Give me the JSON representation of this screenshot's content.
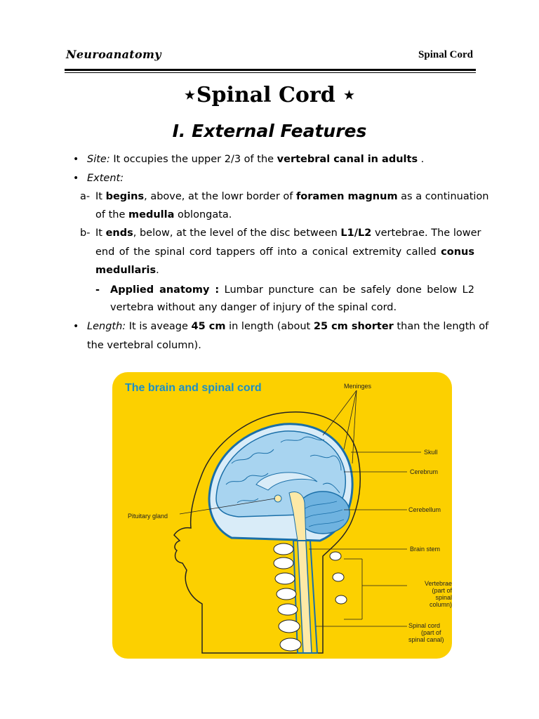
{
  "header": {
    "left": "Neuroanatomy",
    "right": "Spinal Cord"
  },
  "title": "⋆Spinal Cord ⋆",
  "subtitle": "I. External Features",
  "site": {
    "label": "Site:",
    "pre": " It occupies the upper 2/3 of the ",
    "bold": "vertebral canal in adults",
    "post": " ."
  },
  "extent": {
    "label": "Extent:"
  },
  "item_a": {
    "marker": "a-",
    "l1_pre": "It ",
    "l1_b1": "begins",
    "l1_mid": ", above, at the lowr border of ",
    "l1_b2": "foramen magnum",
    "l1_post": " as a continuation",
    "l2_pre": "of the ",
    "l2_b": "medulla",
    "l2_post": " oblongata."
  },
  "item_b": {
    "marker": "b-",
    "l1_pre": "It ",
    "l1_b1": "ends",
    "l1_mid": ", below, at the level of the disc between ",
    "l1_b2": "L1/L2",
    "l1_post": " vertebrae. The lower",
    "l2_pre": "end of the spinal cord tappers off into a conical extremity called ",
    "l2_b": "conus",
    "l3_b": "medullaris",
    "l3_post": "."
  },
  "applied": {
    "marker": "-",
    "label": "Applied anatomy :",
    "l1_post": " Lumbar puncture can be safely done below L2",
    "l2": "vertebra without any danger of injury of the spinal cord."
  },
  "length": {
    "label": "Length:",
    "pre": " It is aveage ",
    "b1": "45 cm",
    "mid": " in length (about ",
    "b2": "25 cm shorter",
    "post": " than the length of",
    "l2": "the vertebral column)."
  },
  "figure": {
    "title": "The brain and spinal cord",
    "labels": {
      "meninges": "Meninges",
      "skull": "Skull",
      "cerebrum": "Cerebrum",
      "cerebellum": "Cerebellum",
      "pituitary": "Pituitary gland",
      "brainstem": "Brain stem",
      "vertebrae1": "Vertebrae",
      "vertebrae2": "(part of",
      "vertebrae3": "spinal column)",
      "cord1": "Spinal cord",
      "cord2": "(part of",
      "cord3": "spinal canal)"
    },
    "colors": {
      "background": "#fcd000",
      "brain": "#a8d4f0",
      "outline": "#1a6fa8",
      "title": "#1a8fc8",
      "cord": "#fde9a6"
    }
  }
}
